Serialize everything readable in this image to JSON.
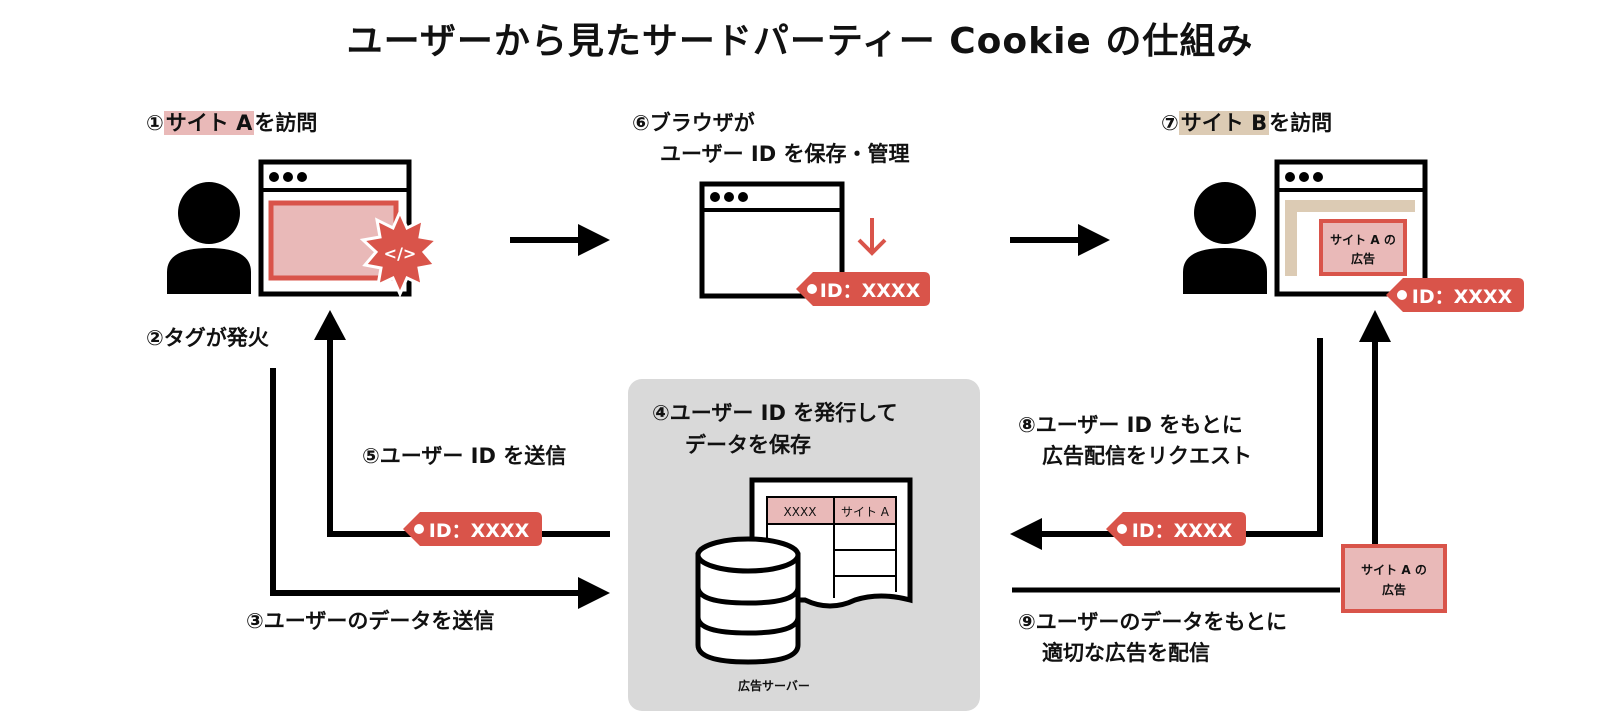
{
  "title": "ユーザーから見たサードパーティー Cookie の仕組み",
  "steps": {
    "s1_num": "①",
    "s1_hl": "サイト A",
    "s1_rest": "を訪問",
    "s2": "②タグが発火",
    "s3": "③ユーザーのデータを送信",
    "s4_line1": "④ユーザー ID を発行して",
    "s4_line2": "データを保存",
    "s5": "⑤ユーザー ID を送信",
    "s6_line1": "⑥ブラウザが",
    "s6_line2": "ユーザー ID を保存・管理",
    "s7_num": "⑦",
    "s7_hl": "サイト B",
    "s7_rest": "を訪問",
    "s8_line1": "⑧ユーザー ID をもとに",
    "s8_line2": "広告配信をリクエスト",
    "s9_line1": "⑨ユーザーのデータをもとに",
    "s9_line2": "適切な広告を配信"
  },
  "id_tag": "ID：XXXX",
  "code_icon": "</>",
  "ad_label_line1": "サイト A の",
  "ad_label_line2": "広告",
  "table": {
    "cell_id": "XXXX",
    "cell_site": "サイト A"
  },
  "server_label": "広告サーバー",
  "colors": {
    "accent": "#d9544a",
    "pink": "#e9b9b8",
    "beige": "#dccbb4",
    "server_bg": "#d9d9d9"
  }
}
